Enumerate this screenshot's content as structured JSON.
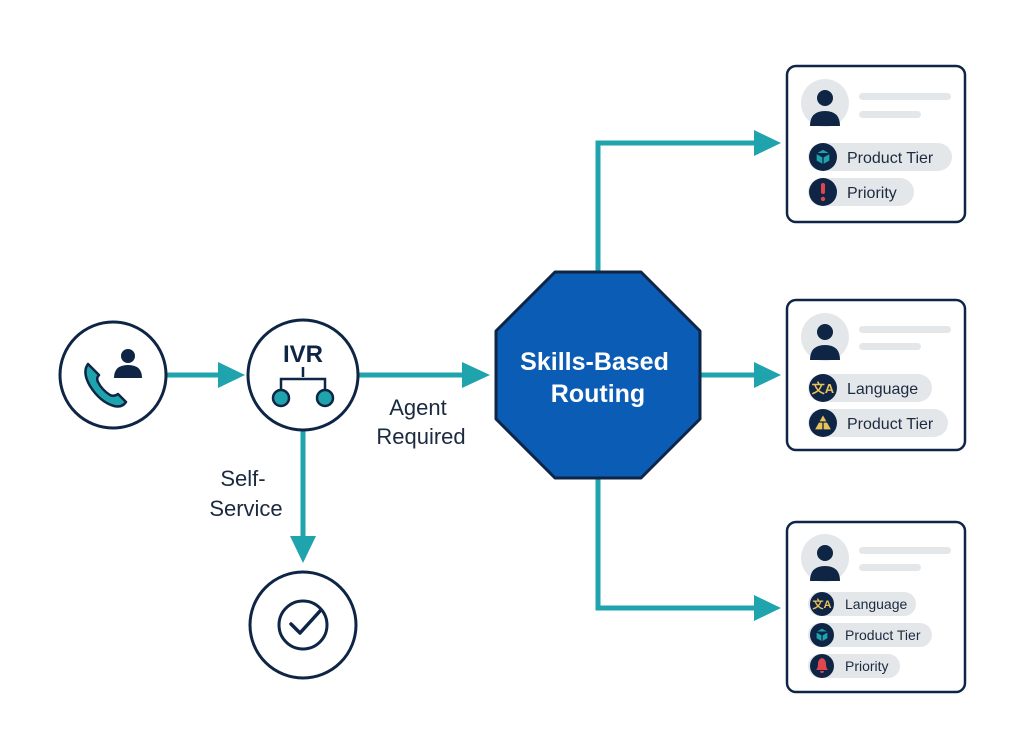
{
  "colors": {
    "teal": "#1fa3ad",
    "navy": "#0e2545",
    "octagon": "#0b5cb5",
    "chip_bg": "#e4e7ea",
    "warning_red": "#e0474c",
    "language_gold": "#e9c15a"
  },
  "nodes": {
    "caller": {
      "icon": "phone-user-icon"
    },
    "ivr": {
      "label": "IVR",
      "icon": "branch-icon"
    },
    "self_service_done": {
      "icon": "checkmark-icon"
    },
    "router": {
      "label_line1": "Skills-Based",
      "label_line2": "Routing"
    }
  },
  "edges": {
    "agent_required": {
      "line1": "Agent",
      "line2": "Required"
    },
    "self_service": {
      "line1": "Self-",
      "line2": "Service"
    }
  },
  "agents": [
    {
      "skills": [
        {
          "label": "Product Tier",
          "icon": "cube-icon"
        },
        {
          "label": "Priority",
          "icon": "exclamation-icon"
        }
      ]
    },
    {
      "skills": [
        {
          "label": "Language",
          "icon": "translate-icon"
        },
        {
          "label": "Product Tier",
          "icon": "pyramid-icon"
        }
      ]
    },
    {
      "skills": [
        {
          "label": "Language",
          "icon": "translate-icon"
        },
        {
          "label": "Product Tier",
          "icon": "cube-icon"
        },
        {
          "label": "Priority",
          "icon": "bell-icon"
        }
      ]
    }
  ]
}
